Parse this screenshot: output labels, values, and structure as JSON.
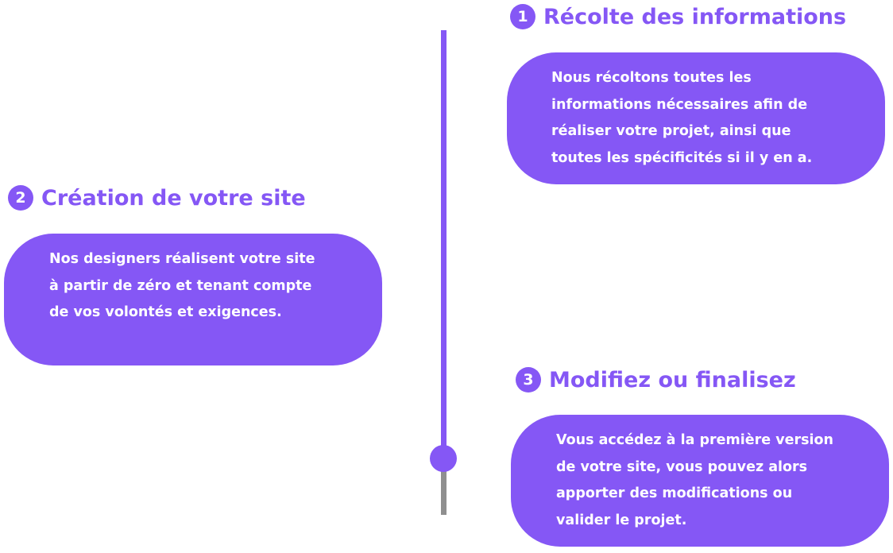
{
  "colors": {
    "accent": "#8557F5",
    "track": "#8f8f8f"
  },
  "steps": [
    {
      "number": "1",
      "title": "Récolte des informations",
      "text": "Nous récoltons toutes les informations nécessaires afin de réaliser votre projet, ainsi que toutes les spécificités si il y en a."
    },
    {
      "number": "2",
      "title": "Création de votre site",
      "text": "Nos designers réalisent votre site à partir de zéro et tenant compte de vos volontés et exigences."
    },
    {
      "number": "3",
      "title": "Modifiez ou finalisez",
      "text": "Vous accédez à la première version de votre site, vous pouvez alors apporter des modifications ou valider le projet."
    }
  ],
  "progress": {
    "completed_fraction": 0.9
  }
}
